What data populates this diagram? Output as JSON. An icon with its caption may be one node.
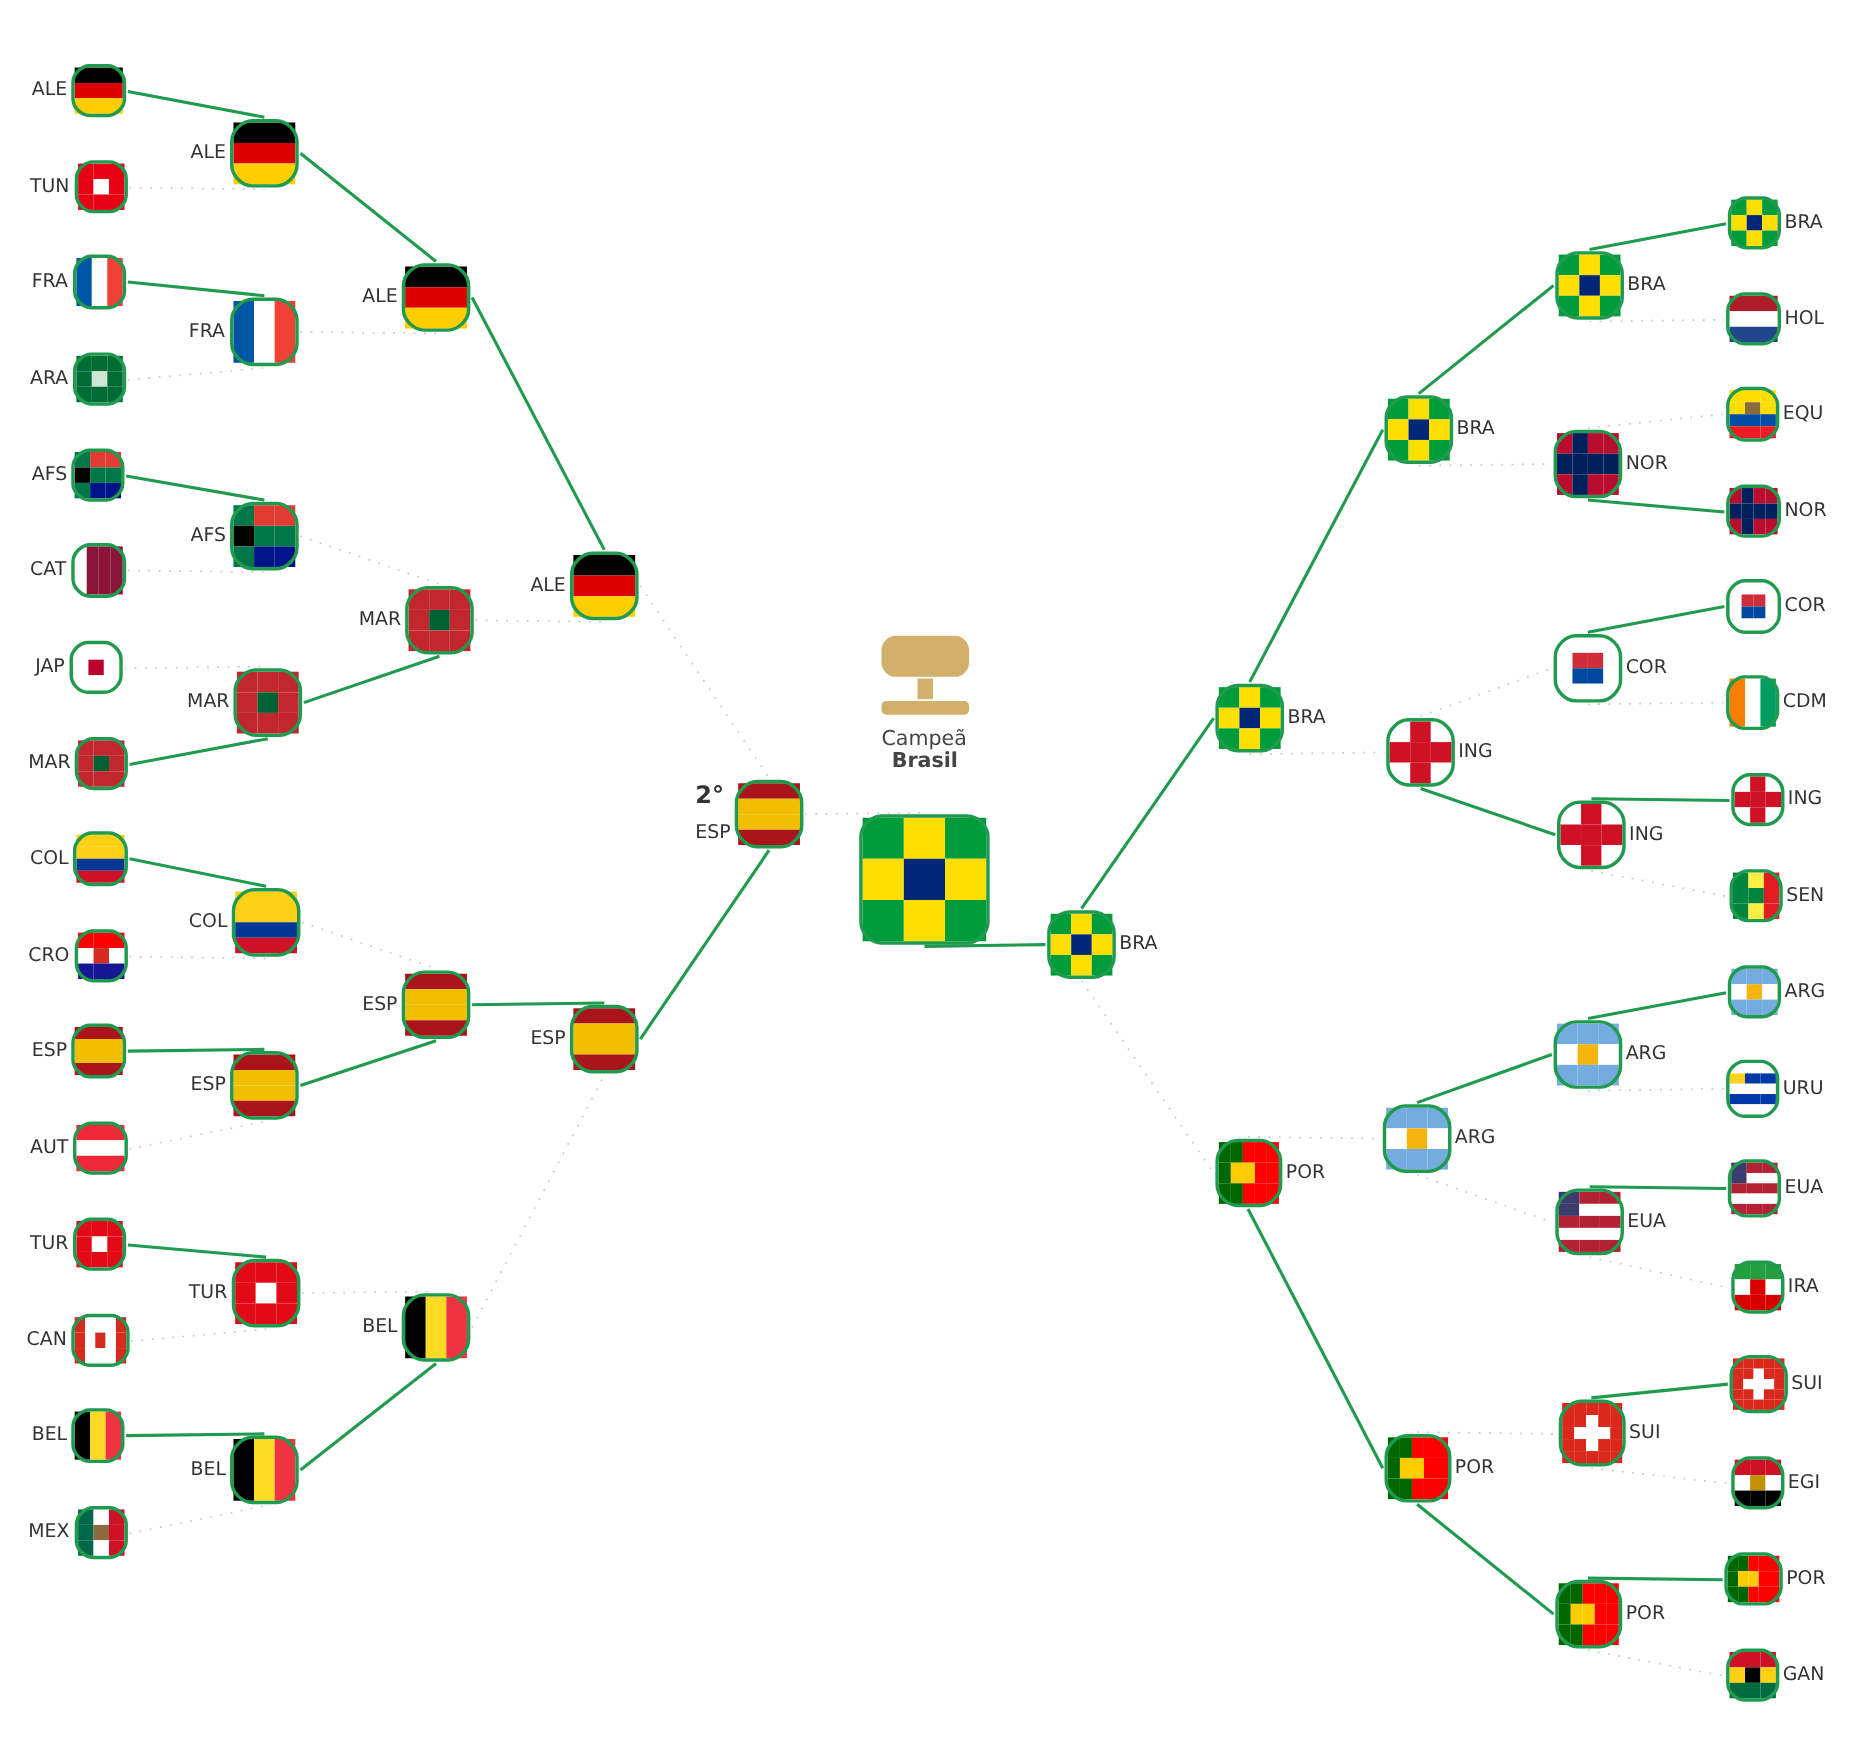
{
  "diagram": {
    "nodes": [
      {
        "text": [
          "ALE"
        ]
      },
      {
        "text": [
          "TUN"
        ]
      },
      {
        "text": [
          "FRA"
        ]
      },
      {
        "text": [
          "ARA"
        ]
      },
      {
        "text": [
          "AFS"
        ]
      },
      {
        "text": [
          "CAT"
        ]
      },
      {
        "text": [
          "JAP"
        ]
      },
      {
        "text": [
          "MAR"
        ]
      },
      {
        "text": [
          "COL"
        ]
      },
      {
        "text": [
          "CRO"
        ]
      },
      {
        "text": [
          "ESP"
        ]
      },
      {
        "text": [
          "AUT"
        ]
      },
      {
        "text": [
          "TUR"
        ]
      },
      {
        "text": [
          "CAN"
        ]
      },
      {
        "text": [
          "BEL"
        ]
      },
      {
        "text": [
          "MEX"
        ]
      },
      {
        "text": [
          "ALE"
        ]
      },
      {
        "text": [
          "FRA"
        ]
      },
      {
        "text": [
          "AFS"
        ]
      },
      {
        "text": [
          "MAR"
        ]
      },
      {
        "text": [
          "COL"
        ]
      },
      {
        "text": [
          "ESP"
        ]
      },
      {
        "text": [
          "TUR"
        ]
      },
      {
        "text": [
          "BEL"
        ]
      },
      {
        "text": [
          "ALE"
        ]
      },
      {
        "text": [
          "MAR"
        ]
      },
      {
        "text": [
          "ESP"
        ]
      },
      {
        "text": [
          "BEL"
        ]
      },
      {
        "text": [
          "ALE"
        ]
      },
      {
        "text": [
          "ESP"
        ]
      },
      {
        "text": [
          "ESP"
        ],
        "beside": [
          "2°"
        ]
      },
      {
        "text": [],
        "shape": "picture"
      },
      {
        "text": [
          "BRA"
        ]
      },
      {
        "text": [
          "BRA"
        ]
      },
      {
        "text": [
          "POR"
        ]
      },
      {
        "text": [
          "BRA"
        ]
      },
      {
        "text": [
          "ING"
        ]
      },
      {
        "text": [
          "ARG"
        ]
      },
      {
        "text": [
          "POR"
        ]
      },
      {
        "text": [
          "BRA"
        ]
      },
      {
        "text": [
          "NOR"
        ]
      },
      {
        "text": [
          "COR"
        ]
      },
      {
        "text": [
          "ING"
        ]
      },
      {
        "text": [
          "ARG"
        ]
      },
      {
        "text": [
          "EUA"
        ]
      },
      {
        "text": [
          "SUI"
        ]
      },
      {
        "text": [
          "POR"
        ]
      },
      {
        "text": [
          "BRA"
        ]
      },
      {
        "text": [
          "HOL"
        ]
      },
      {
        "text": [
          "EQU"
        ]
      },
      {
        "text": [
          "NOR"
        ]
      },
      {
        "text": [
          "COR"
        ]
      },
      {
        "text": [
          "CDM"
        ]
      },
      {
        "text": [
          "ING"
        ]
      },
      {
        "text": [
          "SEN"
        ]
      },
      {
        "text": [
          "ARG"
        ]
      },
      {
        "text": [
          "URU"
        ]
      },
      {
        "text": [
          "EUA"
        ]
      },
      {
        "text": [
          "IRA"
        ]
      },
      {
        "text": [
          "SUI"
        ]
      },
      {
        "text": [
          "EGI"
        ]
      },
      {
        "text": [
          "POR"
        ]
      },
      {
        "text": [
          "GAN"
        ]
      }
    ],
    "edges": [
      {
        "from": 0,
        "to": 16,
        "arrow": "none"
      },
      {
        "from": 1,
        "to": 16,
        "arrow": "none",
        "style": "dashed",
        "color": "#c8c8c8"
      },
      {
        "from": 2,
        "to": 17,
        "arrow": "none"
      },
      {
        "from": 3,
        "to": 17,
        "arrow": "none",
        "style": "dashed",
        "color": "#c8c8c8"
      },
      {
        "from": 4,
        "to": 18,
        "arrow": "none"
      },
      {
        "from": 5,
        "to": 18,
        "arrow": "none",
        "style": "dashed",
        "color": "#c8c8c8"
      },
      {
        "from": 6,
        "to": 19,
        "arrow": "none",
        "style": "dashed",
        "color": "#c8c8c8"
      },
      {
        "from": 7,
        "to": 19,
        "arrow": "none"
      },
      {
        "from": 8,
        "to": 20,
        "arrow": "none"
      },
      {
        "from": 9,
        "to": 20,
        "arrow": "none",
        "style": "dashed",
        "color": "#c8c8c8"
      },
      {
        "from": 10,
        "to": 21,
        "arrow": "none"
      },
      {
        "from": 11,
        "to": 21,
        "arrow": "none",
        "style": "dashed",
        "color": "#c8c8c8"
      },
      {
        "from": 12,
        "to": 22,
        "arrow": "none"
      },
      {
        "from": 13,
        "to": 22,
        "arrow": "none",
        "style": "dashed",
        "color": "#c8c8c8"
      },
      {
        "from": 14,
        "to": 23,
        "arrow": "none"
      },
      {
        "from": 15,
        "to": 23,
        "arrow": "none",
        "style": "dashed",
        "color": "#c8c8c8"
      },
      {
        "from": 16,
        "to": 24,
        "arrow": "none"
      },
      {
        "from": 17,
        "to": 24,
        "arrow": "none",
        "style": "dashed",
        "color": "#c8c8c8"
      },
      {
        "from": 18,
        "to": 25,
        "arrow": "none",
        "style": "dashed",
        "color": "#c8c8c8"
      },
      {
        "from": 19,
        "to": 25,
        "arrow": "none"
      },
      {
        "from": 20,
        "to": 26,
        "arrow": "none",
        "style": "dashed",
        "color": "#c8c8c8"
      },
      {
        "from": 21,
        "to": 26,
        "arrow": "none"
      },
      {
        "from": 22,
        "to": 27,
        "arrow": "none",
        "style": "dashed",
        "color": "#c8c8c8"
      },
      {
        "from": 23,
        "to": 27,
        "arrow": "none"
      },
      {
        "from": 24,
        "to": 28,
        "arrow": "none"
      },
      {
        "from": 25,
        "to": 28,
        "arrow": "none",
        "style": "dashed",
        "color": "#c8c8c8"
      },
      {
        "from": 26,
        "to": 29,
        "arrow": "none"
      },
      {
        "from": 27,
        "to": 29,
        "arrow": "none",
        "style": "dashed",
        "color": "#c8c8c8"
      },
      {
        "from": 28,
        "to": 30,
        "arrow": "none",
        "style": "dashed",
        "color": "#c8c8c8"
      },
      {
        "from": 29,
        "to": 30,
        "arrow": "none"
      },
      {
        "from": 30,
        "to": 31,
        "arrow": "none",
        "style": "dashed",
        "color": "#c8c8c8"
      },
      {
        "from": 31,
        "to": 32,
        "arrow": "none"
      },
      {
        "from": 32,
        "to": 33,
        "arrow": "none"
      },
      {
        "from": 32,
        "to": 34,
        "arrow": "none",
        "style": "dashed",
        "color": "#c8c8c8"
      },
      {
        "from": 33,
        "to": 35,
        "arrow": "none"
      },
      {
        "from": 33,
        "to": 36,
        "arrow": "none",
        "style": "dashed",
        "color": "#c8c8c8"
      },
      {
        "from": 34,
        "to": 37,
        "arrow": "none",
        "style": "dashed",
        "color": "#c8c8c8"
      },
      {
        "from": 34,
        "to": 38,
        "arrow": "none"
      },
      {
        "from": 35,
        "to": 39,
        "arrow": "none"
      },
      {
        "from": 35,
        "to": 40,
        "arrow": "none",
        "style": "dashed",
        "color": "#c8c8c8"
      },
      {
        "from": 36,
        "to": 41,
        "arrow": "none",
        "style": "dashed",
        "color": "#c8c8c8"
      },
      {
        "from": 36,
        "to": 42,
        "arrow": "none"
      },
      {
        "from": 37,
        "to": 43,
        "arrow": "none"
      },
      {
        "from": 37,
        "to": 44,
        "arrow": "none",
        "style": "dashed",
        "color": "#c8c8c8"
      },
      {
        "from": 38,
        "to": 45,
        "arrow": "none",
        "style": "dashed",
        "color": "#c8c8c8"
      },
      {
        "from": 38,
        "to": 46,
        "arrow": "none"
      },
      {
        "from": 39,
        "to": 47,
        "arrow": "none"
      },
      {
        "from": 39,
        "to": 48,
        "arrow": "none",
        "style": "dashed",
        "color": "#c8c8c8"
      },
      {
        "from": 40,
        "to": 49,
        "arrow": "none",
        "style": "dashed",
        "color": "#c8c8c8"
      },
      {
        "from": 40,
        "to": 50,
        "arrow": "none"
      },
      {
        "from": 41,
        "to": 51,
        "arrow": "none"
      },
      {
        "from": 41,
        "to": 52,
        "arrow": "none",
        "style": "dashed",
        "color": "#c8c8c8"
      },
      {
        "from": 42,
        "to": 53,
        "arrow": "none"
      },
      {
        "from": 42,
        "to": 54,
        "arrow": "none",
        "style": "dashed",
        "color": "#c8c8c8"
      },
      {
        "from": 43,
        "to": 55,
        "arrow": "none"
      },
      {
        "from": 43,
        "to": 56,
        "arrow": "none",
        "style": "dashed",
        "color": "#c8c8c8"
      },
      {
        "from": 44,
        "to": 57,
        "arrow": "none"
      },
      {
        "from": 44,
        "to": 58,
        "arrow": "none",
        "style": "dashed",
        "color": "#c8c8c8"
      },
      {
        "from": 45,
        "to": 59,
        "arrow": "none"
      },
      {
        "from": 45,
        "to": 60,
        "arrow": "none",
        "style": "dashed",
        "color": "#c8c8c8"
      },
      {
        "from": 46,
        "to": 61,
        "arrow": "none"
      },
      {
        "from": 46,
        "to": 62,
        "arrow": "none",
        "style": "dashed",
        "color": "#c8c8c8"
      }
    ],
    "labels": [
      "Campeã",
      "Brasil"
    ]
  }
}
